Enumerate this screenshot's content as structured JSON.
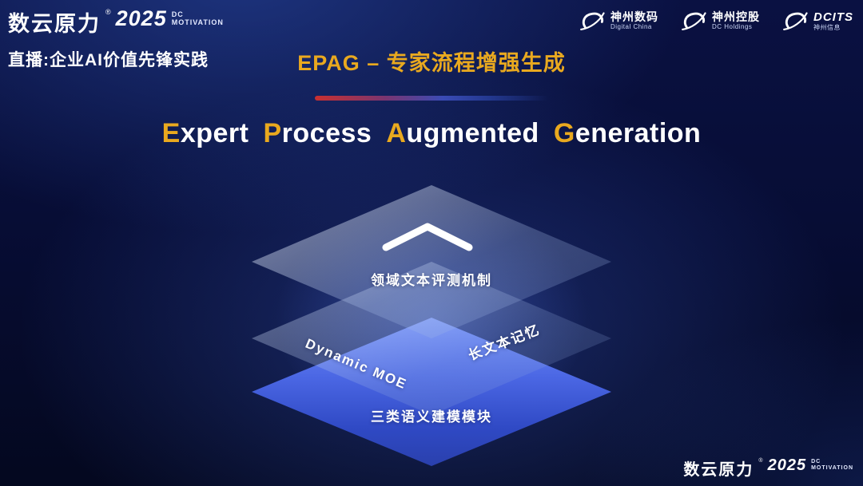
{
  "brand": {
    "name": "数云原力",
    "reg": "®",
    "year": "2025",
    "sub_line1": "DC",
    "sub_line2": "MOTIVATION"
  },
  "header": {
    "live_label": "直播:企业AI价值先锋实践",
    "title_cn": "EPAG – 专家流程增强生成",
    "logos": [
      {
        "name": "神州数码",
        "sub": "Digital China"
      },
      {
        "name": "神州控股",
        "sub": "DC Holdings"
      },
      {
        "name": "DCITS",
        "sub": "神州信息"
      }
    ]
  },
  "main": {
    "title_parts": [
      {
        "accent": "E",
        "rest": "xpert"
      },
      {
        "accent": "P",
        "rest": "rocess"
      },
      {
        "accent": "A",
        "rest": "ugmented"
      },
      {
        "accent": "G",
        "rest": "eneration"
      }
    ],
    "layers": {
      "top_label": "领域文本评测机制",
      "mid_left_label": "Dynamic MOE",
      "mid_right_label": "长文本记忆",
      "bottom_label": "三类语义建模模块"
    }
  },
  "colors": {
    "accent_gold": "#e9a91f",
    "background_navy": "#070d35",
    "layer_blue": "#3a55d6",
    "divider_red": "#c93030"
  }
}
